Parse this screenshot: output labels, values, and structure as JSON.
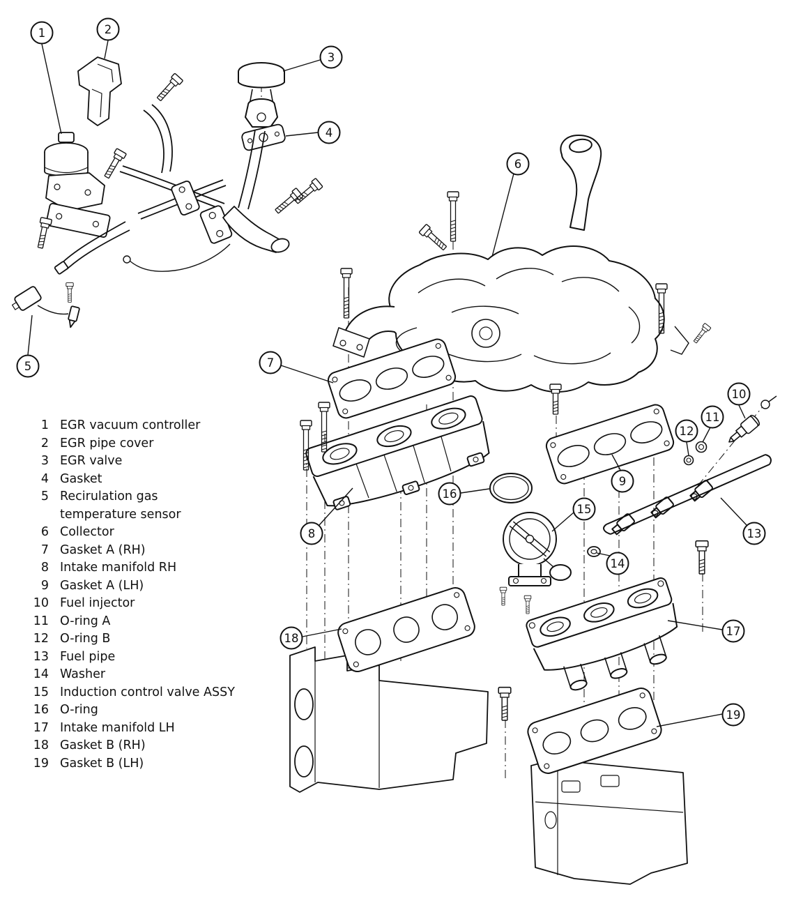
{
  "parts": [
    {
      "num": "1",
      "label": "EGR vacuum controller"
    },
    {
      "num": "2",
      "label": "EGR pipe cover"
    },
    {
      "num": "3",
      "label": "EGR valve"
    },
    {
      "num": "4",
      "label": "Gasket"
    },
    {
      "num": "5",
      "label": "Recirulation gas\ntemperature sensor"
    },
    {
      "num": "6",
      "label": "Collector"
    },
    {
      "num": "7",
      "label": "Gasket A (RH)"
    },
    {
      "num": "8",
      "label": "Intake manifold RH"
    },
    {
      "num": "9",
      "label": "Gasket A (LH)"
    },
    {
      "num": "10",
      "label": "Fuel injector"
    },
    {
      "num": "11",
      "label": "O-ring A"
    },
    {
      "num": "12",
      "label": "O-ring B"
    },
    {
      "num": "13",
      "label": "Fuel pipe"
    },
    {
      "num": "14",
      "label": "Washer"
    },
    {
      "num": "15",
      "label": "Induction control valve ASSY"
    },
    {
      "num": "16",
      "label": "O-ring"
    },
    {
      "num": "17",
      "label": "Intake manifold LH"
    },
    {
      "num": "18",
      "label": "Gasket B (RH)"
    },
    {
      "num": "19",
      "label": "Gasket B (LH)"
    }
  ],
  "colors": {
    "ink": "#111111",
    "paper": "#ffffff"
  }
}
